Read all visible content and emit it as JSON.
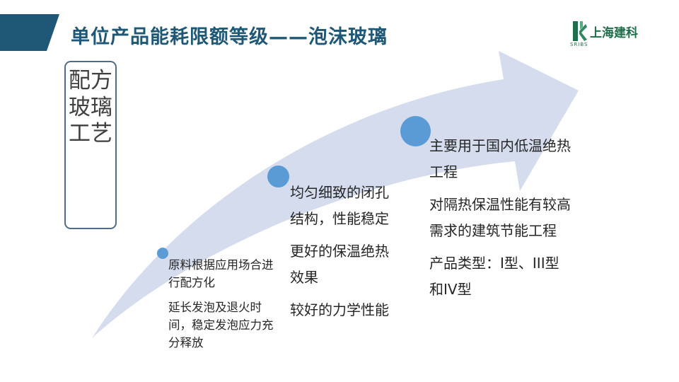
{
  "slide": {
    "title": "单位产品能耗限额等级——泡沫玻璃",
    "banner_color": "#1f5877"
  },
  "logo": {
    "name": "上海建科",
    "abbreviation": "SRIBS",
    "icon": "building-logo-icon",
    "color": "#1f6e4a"
  },
  "process": {
    "label": "配方玻璃工艺"
  },
  "arrow": {
    "color": "#d4dced",
    "dot_color": "#5b9bd5"
  },
  "stages": [
    {
      "points": [
        "原料根据应用场合进行配方化",
        "延长发泡及退火时间，稳定发泡应力充分释放"
      ]
    },
    {
      "points": [
        "均匀细致的闭孔结构，性能稳定",
        "更好的保温绝热效果",
        "较好的力学性能"
      ]
    },
    {
      "points": [
        "主要用于国内低温绝热工程",
        "对隔热保温性能有较高需求的建筑节能工程",
        "产品类型：I型、III型和IV型"
      ]
    }
  ]
}
